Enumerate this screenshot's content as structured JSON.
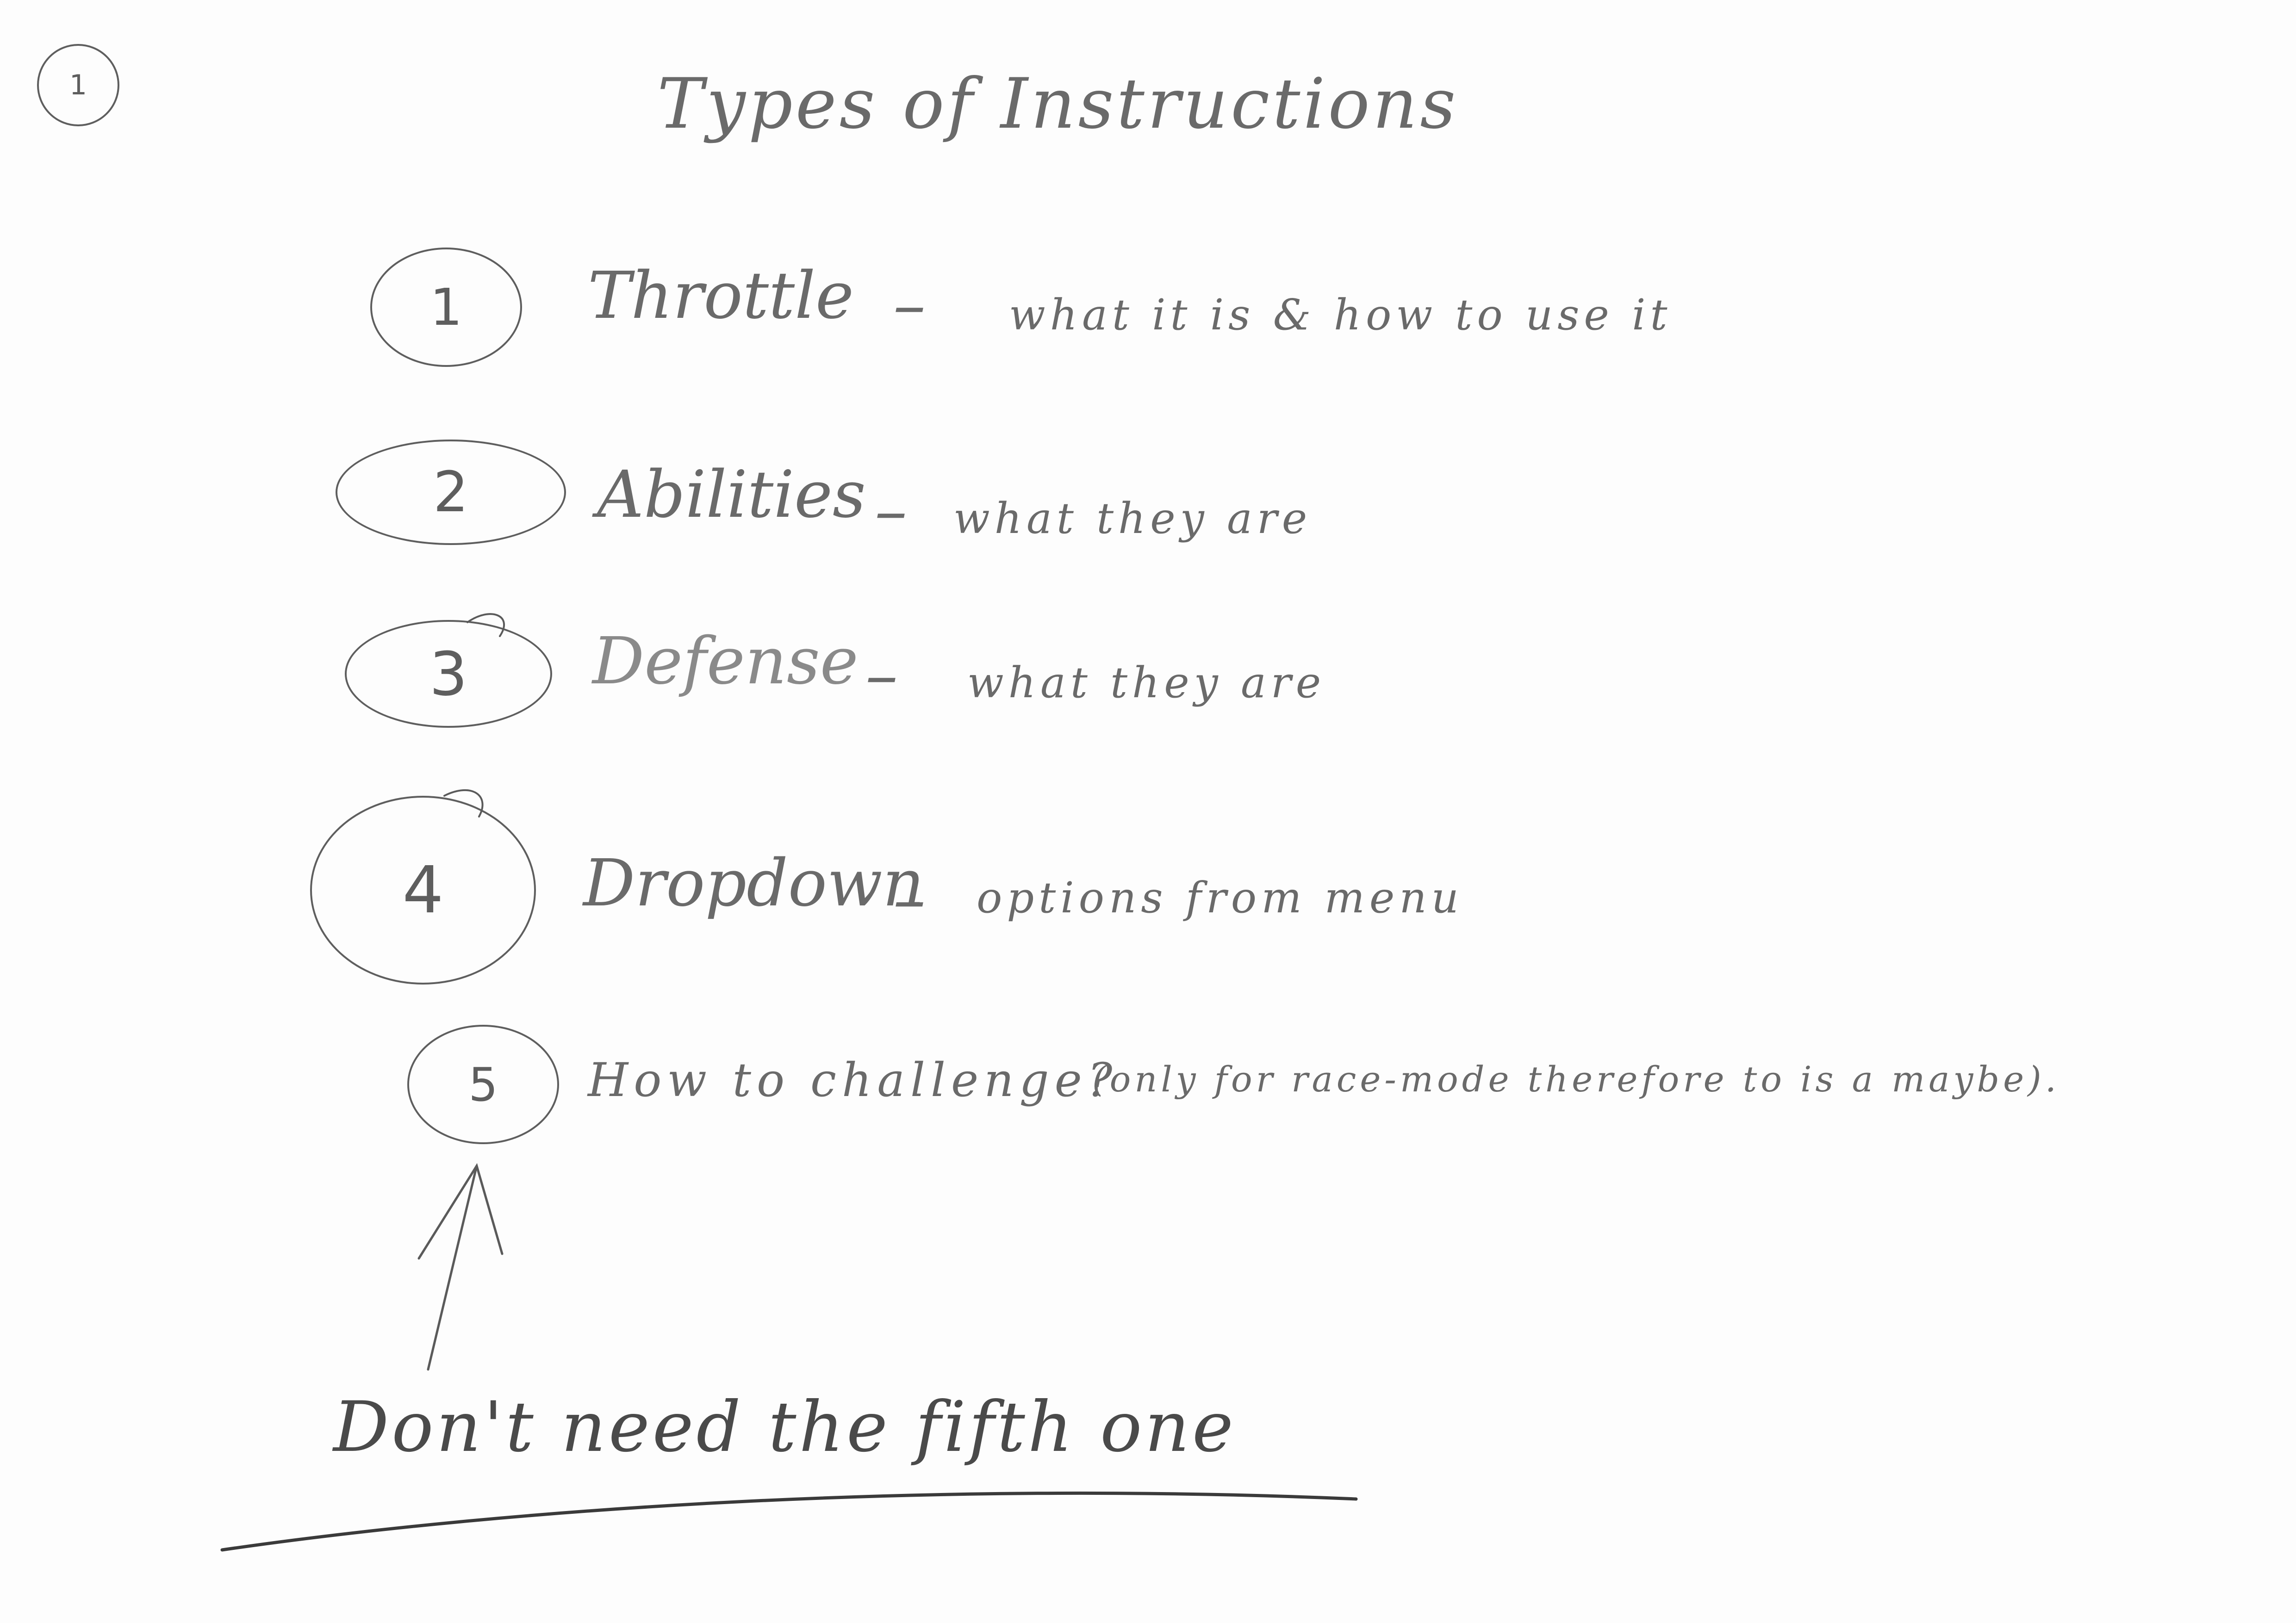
{
  "page_number": "1",
  "title": "Types of Instructions",
  "items": [
    {
      "number": "1",
      "term": "Throttle",
      "separator": "–",
      "description": "what it is & how to use it"
    },
    {
      "number": "2",
      "term": "Abilities",
      "separator": "–",
      "description": "what they are"
    },
    {
      "number": "3",
      "term": "Defense",
      "separator": "–",
      "description": "what they are"
    },
    {
      "number": "4",
      "term": "Dropdown",
      "separator": "–",
      "description": "options from menu"
    },
    {
      "number": "5",
      "term": "How to challenge?",
      "separator": "",
      "description": "(only for race-mode therefore to is a maybe)."
    }
  ],
  "footer_note": "Don't need the fifth one",
  "colors": {
    "ink": "#6a6a6a",
    "paper": "#fdfdfd"
  }
}
